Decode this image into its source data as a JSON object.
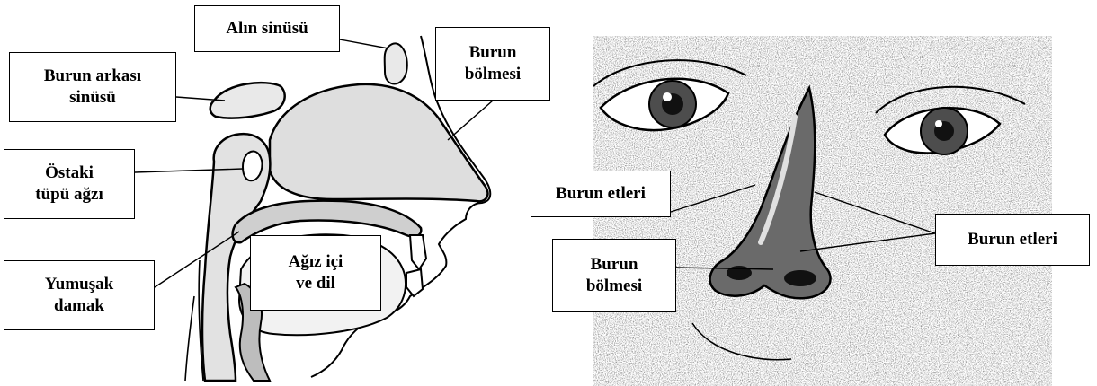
{
  "labels": {
    "alin_sinusu": "Alın sinüsü",
    "burun_bolmesi_left": "Burun\nbölmesi",
    "burun_arkasi_sinusu": "Burun arkası\nsinüsü",
    "ostaki_tupu_agzi": "Östaki\ntüpü ağzı",
    "agiz_ici_ve_dil": "Ağız içi\nve dil",
    "yumusak_damak": "Yumuşak\ndamak",
    "burun_etleri_inner": "Burun etleri",
    "burun_bolmesi_right": "Burun\nbölmesi",
    "burun_etleri_outer": "Burun etleri"
  },
  "colors": {
    "ink": "#000000",
    "tissue": "#e9e9e9",
    "shade": "#9a9a9a",
    "paper": "#ffffff"
  }
}
